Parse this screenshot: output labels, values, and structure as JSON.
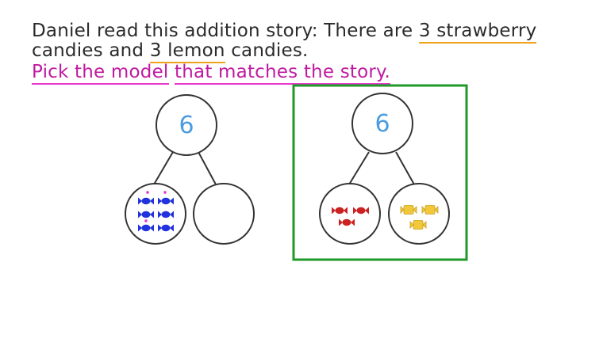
{
  "question": {
    "line1_prefix": "Daniel read this addition story: There are ",
    "line1_highlight": "3 strawberry",
    "line2_highlight": "3 lemon",
    "line2_prefix": "candies and ",
    "line2_suffix": " candies.",
    "line3_part1": "Pick the model",
    "line3_part2": "that matches the story."
  },
  "models": [
    {
      "total": "6",
      "selected": false,
      "left_part": {
        "candy": "blue-candy-icon",
        "count": 6
      },
      "right_part": {
        "candy": null,
        "count": 0
      }
    },
    {
      "total": "6",
      "selected": true,
      "left_part": {
        "candy": "strawberry-candy-icon",
        "count": 3
      },
      "right_part": {
        "candy": "lemon-candy-icon",
        "count": 3
      }
    }
  ],
  "colors": {
    "total_number": "#4a9be0",
    "selection_box": "#1f9a2a",
    "orange_underline": "#f0a318",
    "pink_text": "#c01aa0",
    "blue_candy": "#2233dd",
    "strawberry_candy": "#cc2222",
    "lemon_candy": "#f2c83a"
  }
}
